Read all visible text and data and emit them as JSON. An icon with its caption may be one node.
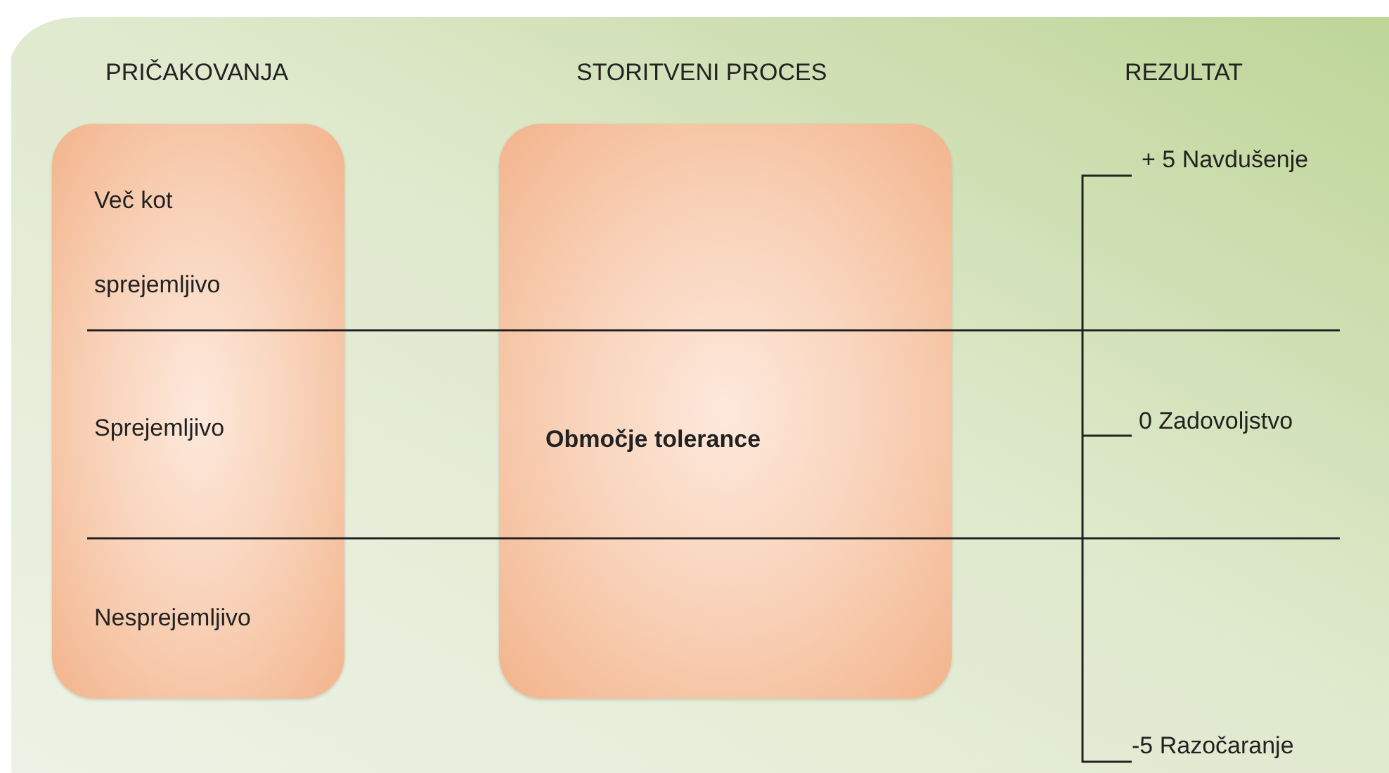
{
  "diagram": {
    "nodes": [
      {
        "text": [
          "Več kot sprejemljivo",
          "Sprejemljivo",
          "Nesprejemljivo"
        ]
      },
      {
        "text": [
          "Območje tolerance"
        ]
      }
    ],
    "labels": [
      "PRIČAKOVANJA",
      "STORITVENI PROCES",
      "REZULTAT",
      "+ 5 Navdušenje",
      "0 Zadovoljstvo",
      "-5 Razočaranje"
    ]
  }
}
